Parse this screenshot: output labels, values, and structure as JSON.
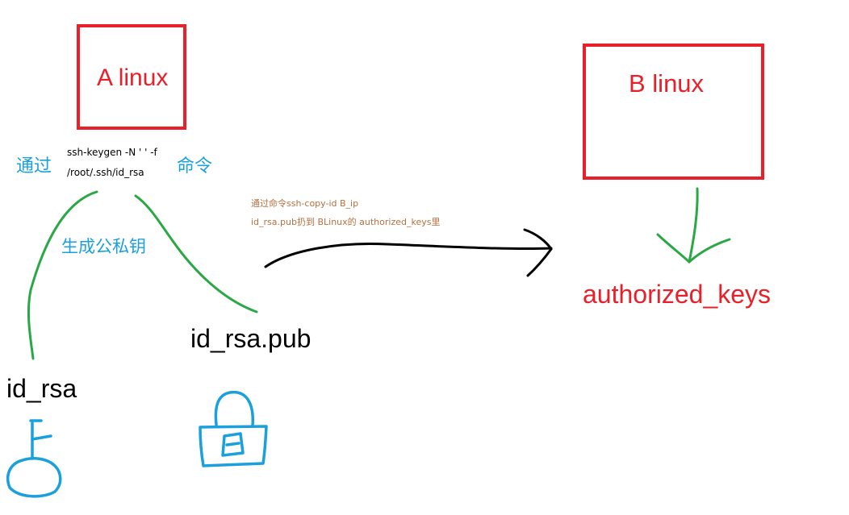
{
  "host_a": {
    "label": "A linux"
  },
  "host_b": {
    "label": "B linux"
  },
  "command": {
    "prefix": "通过",
    "line1": "ssh-keygen -N ' ' -f",
    "line2": "/root/.ssh/id_rsa",
    "suffix": "命令"
  },
  "generate_label": "生成公私钥",
  "transfer_note": {
    "line1": "通过命令ssh-copy-id B_ip",
    "line2": "id_rsa.pub扔到 BLinux的 authorized_keys里"
  },
  "files": {
    "private": "id_rsa",
    "public": "id_rsa.pub",
    "authorized": "authorized_keys"
  },
  "colors": {
    "box_border": "#e8202a",
    "host_text": "#e8202a",
    "chinese_text": "#1aa0dc",
    "green_stroke": "#2aa845",
    "arrow": "#000000",
    "icon": "#1aa0dc",
    "note_text": "#b5703e"
  },
  "icons": {
    "private_key": "key-icon",
    "public_key": "lock-icon"
  }
}
